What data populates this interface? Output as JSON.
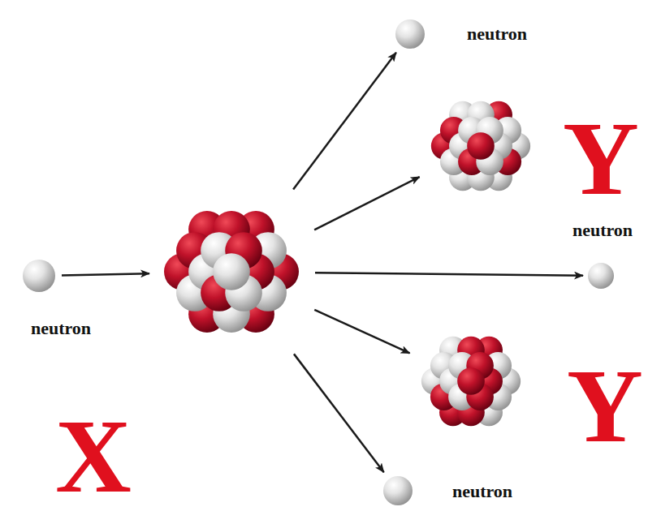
{
  "diagram": {
    "nodes": [
      {
        "text": [
          "neutron"
        ]
      },
      {
        "text": [
          "X"
        ]
      },
      {
        "text": [
          "neutron"
        ]
      },
      {
        "text": [
          "Y"
        ]
      },
      {
        "text": [
          "neutron"
        ]
      },
      {
        "text": [
          "Y"
        ]
      },
      {
        "text": [
          "neutron"
        ]
      }
    ],
    "edges": [
      {
        "from": 0,
        "to": 1,
        "arrow": "to"
      },
      {
        "from": 1,
        "to": 2,
        "arrow": "to"
      },
      {
        "from": 1,
        "to": 3,
        "arrow": "to"
      },
      {
        "from": 1,
        "to": 4,
        "arrow": "to"
      },
      {
        "from": 1,
        "to": 5,
        "arrow": "to"
      },
      {
        "from": 1,
        "to": 6,
        "arrow": "to"
      }
    ]
  }
}
